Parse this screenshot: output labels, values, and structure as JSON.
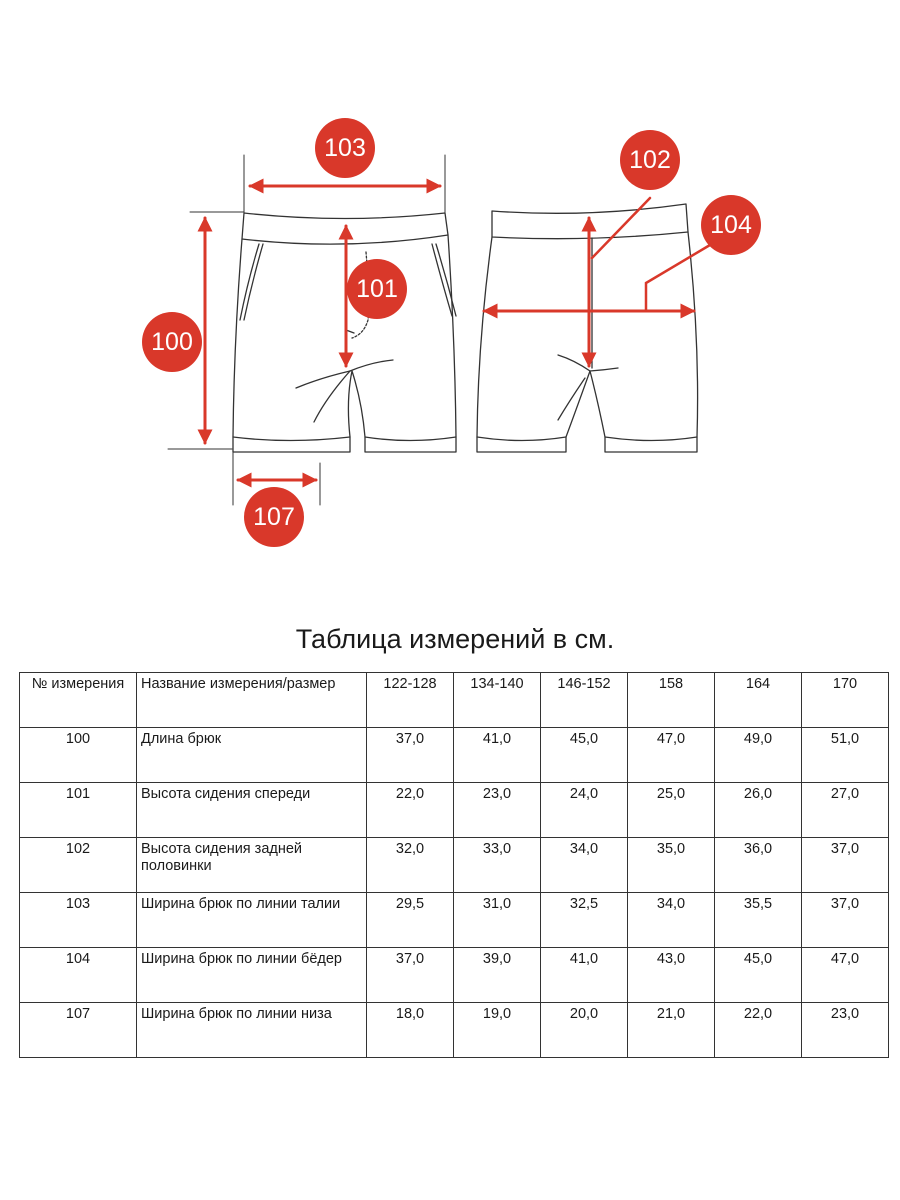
{
  "diagram": {
    "callouts": [
      {
        "id": "100",
        "label": "100"
      },
      {
        "id": "101",
        "label": "101"
      },
      {
        "id": "102",
        "label": "102"
      },
      {
        "id": "103",
        "label": "103"
      },
      {
        "id": "104",
        "label": "104"
      },
      {
        "id": "107",
        "label": "107"
      }
    ],
    "colors": {
      "accent": "#d9382a",
      "outline": "#333333"
    }
  },
  "table": {
    "title": "Таблица измерений в см.",
    "headers": [
      "№ измерения",
      "Название измерения/размер",
      "122-128",
      "134-140",
      "146-152",
      "158",
      "164",
      "170"
    ],
    "rows": [
      {
        "id": "100",
        "name": "Длина брюк",
        "values": [
          "37,0",
          "41,0",
          "45,0",
          "47,0",
          "49,0",
          "51,0"
        ]
      },
      {
        "id": "101",
        "name": "Высота сидения спереди",
        "values": [
          "22,0",
          "23,0",
          "24,0",
          "25,0",
          "26,0",
          "27,0"
        ]
      },
      {
        "id": "102",
        "name": "Высота сидения задней половинки",
        "values": [
          "32,0",
          "33,0",
          "34,0",
          "35,0",
          "36,0",
          "37,0"
        ]
      },
      {
        "id": "103",
        "name": "Ширина брюк по линии талии",
        "values": [
          "29,5",
          "31,0",
          "32,5",
          "34,0",
          "35,5",
          "37,0"
        ]
      },
      {
        "id": "104",
        "name": "Ширина брюк по линии бёдер",
        "values": [
          "37,0",
          "39,0",
          "41,0",
          "43,0",
          "45,0",
          "47,0"
        ]
      },
      {
        "id": "107",
        "name": "Ширина брюк по линии низа",
        "values": [
          "18,0",
          "19,0",
          "20,0",
          "21,0",
          "22,0",
          "23,0"
        ]
      }
    ]
  }
}
